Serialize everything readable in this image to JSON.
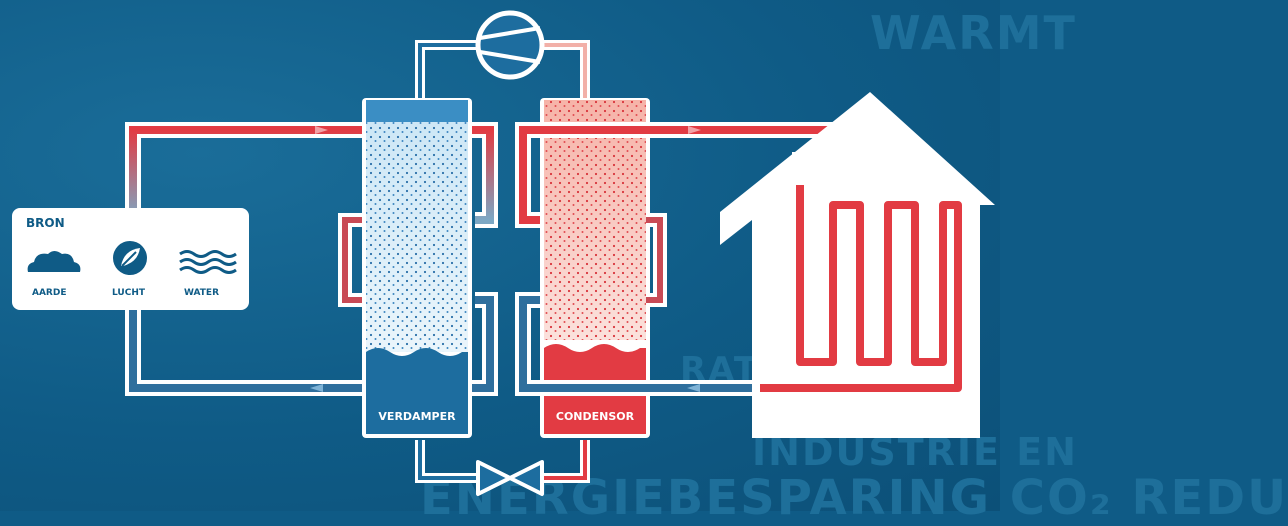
{
  "background_words": [
    "WARMT",
    "ENERGIEBESPARING CO₂ REDU",
    "INDUSTRIE EN",
    "RATI"
  ],
  "source_box": {
    "title": "BRON",
    "items": [
      {
        "label": "AARDE",
        "icon": "earth-icon"
      },
      {
        "label": "LUCHT",
        "icon": "leaf-icon"
      },
      {
        "label": "WATER",
        "icon": "waves-icon"
      }
    ]
  },
  "components": {
    "evaporator": "VERDAMPER",
    "condenser": "CONDENSOR",
    "compressor": "compressor-icon",
    "expansion_valve": "expansion-valve-icon",
    "house": "house-icon"
  },
  "colors": {
    "background": "#0f5b86",
    "hot": "#e23b43",
    "cold_tank": "#1d6d9f",
    "white": "#ffffff"
  }
}
